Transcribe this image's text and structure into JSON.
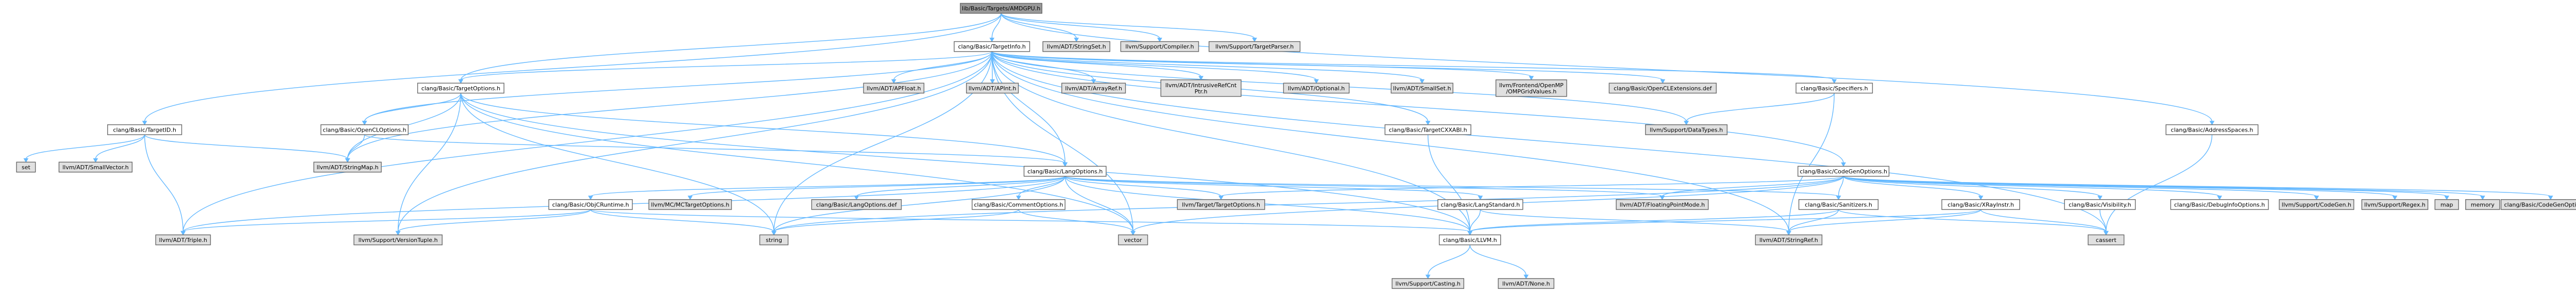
{
  "colors": {
    "root_fill": "#999999",
    "internal_fill": "#ffffff",
    "external_fill": "#e0e0e0",
    "incomplete_border": "#ff0000",
    "normal_border": "#666666",
    "edge": "#63b8ff"
  },
  "nodes": [
    {
      "id": "root",
      "label": "lib/Basic/Targets/AMDGPU.h",
      "kind": "root"
    },
    {
      "id": "targetinfo",
      "label": "clang/Basic/TargetInfo.h",
      "kind": "internal"
    },
    {
      "id": "stringset",
      "label": "llvm/ADT/StringSet.h",
      "kind": "external"
    },
    {
      "id": "compiler",
      "label": "llvm/Support/Compiler.h",
      "kind": "external"
    },
    {
      "id": "targetparser",
      "label": "llvm/Support/TargetParser.h",
      "kind": "external"
    },
    {
      "id": "targetid",
      "label": "clang/Basic/TargetID.h",
      "kind": "internal"
    },
    {
      "id": "targetoptions",
      "label": "clang/Basic/TargetOptions.h",
      "kind": "internal"
    },
    {
      "id": "apsint",
      "label": "llvm/ADT/APFloat.h",
      "kind": "external"
    },
    {
      "id": "apint",
      "label": "llvm/ADT/APInt.h",
      "kind": "external"
    },
    {
      "id": "arrayref",
      "label": "llvm/ADT/ArrayRef.h",
      "kind": "external"
    },
    {
      "id": "intrusive",
      "label": "llvm/ADT/IntrusiveRefCnt\nPtr.h",
      "kind": "external"
    },
    {
      "id": "optional",
      "label": "llvm/ADT/Optional.h",
      "kind": "external"
    },
    {
      "id": "smallset",
      "label": "llvm/ADT/SmallSet.h",
      "kind": "external"
    },
    {
      "id": "openmp",
      "label": "llvm/Frontend/OpenMP\n/OMPGridValues.h",
      "kind": "external"
    },
    {
      "id": "openclext",
      "label": "clang/Basic/OpenCLExtensions.def",
      "kind": "external"
    },
    {
      "id": "specifiers",
      "label": "clang/Basic/Specifiers.h",
      "kind": "incomplete"
    },
    {
      "id": "addressspaces",
      "label": "clang/Basic/AddressSpaces.h",
      "kind": "internal"
    },
    {
      "id": "opencloptions",
      "label": "clang/Basic/OpenCLOptions.h",
      "kind": "internal"
    },
    {
      "id": "targetcxxabi",
      "label": "clang/Basic/TargetCXXABI.h",
      "kind": "incomplete"
    },
    {
      "id": "datatypes",
      "label": "llvm/Support/DataTypes.h",
      "kind": "external"
    },
    {
      "id": "set",
      "label": "set",
      "kind": "external"
    },
    {
      "id": "smallvector",
      "label": "llvm/ADT/SmallVector.h",
      "kind": "external"
    },
    {
      "id": "stringmap",
      "label": "llvm/ADT/StringMap.h",
      "kind": "external"
    },
    {
      "id": "langoptions",
      "label": "clang/Basic/LangOptions.h",
      "kind": "incomplete"
    },
    {
      "id": "codegenoptions",
      "label": "clang/Basic/CodeGenOptions.h",
      "kind": "internal"
    },
    {
      "id": "objcruntime",
      "label": "clang/Basic/ObjCRuntime.h",
      "kind": "incomplete"
    },
    {
      "id": "mctarget",
      "label": "llvm/MC/MCTargetOptions.h",
      "kind": "external"
    },
    {
      "id": "langopts",
      "label": "clang/Basic/LangOptions.def",
      "kind": "external"
    },
    {
      "id": "commentoptions",
      "label": "clang/Basic/CommentOptions.h",
      "kind": "internal"
    },
    {
      "id": "targettarget",
      "label": "llvm/Target/TargetOptions.h",
      "kind": "external"
    },
    {
      "id": "langstandard",
      "label": "clang/Basic/LangStandard.h",
      "kind": "incomplete"
    },
    {
      "id": "floatmode",
      "label": "llvm/ADT/FloatingPointMode.h",
      "kind": "external"
    },
    {
      "id": "sanitizers",
      "label": "clang/Basic/Sanitizers.h",
      "kind": "incomplete"
    },
    {
      "id": "xray",
      "label": "clang/Basic/XRayInstr.h",
      "kind": "incomplete"
    },
    {
      "id": "visibility",
      "label": "clang/Basic/Visibility.h",
      "kind": "incomplete"
    },
    {
      "id": "debuginfo",
      "label": "clang/Basic/DebugInfoOptions.h",
      "kind": "internal"
    },
    {
      "id": "codegen",
      "label": "llvm/Support/CodeGen.h",
      "kind": "external"
    },
    {
      "id": "regex",
      "label": "llvm/Support/Regex.h",
      "kind": "external"
    },
    {
      "id": "map",
      "label": "map",
      "kind": "external"
    },
    {
      "id": "memory",
      "label": "memory",
      "kind": "external"
    },
    {
      "id": "codegendef",
      "label": "clang/Basic/CodeGenOptions.def",
      "kind": "external"
    },
    {
      "id": "triple",
      "label": "llvm/ADT/Triple.h",
      "kind": "external"
    },
    {
      "id": "versiontuple",
      "label": "llvm/Support/VersionTuple.h",
      "kind": "external"
    },
    {
      "id": "string",
      "label": "string",
      "kind": "external"
    },
    {
      "id": "vector",
      "label": "vector",
      "kind": "external"
    },
    {
      "id": "llvmh",
      "label": "clang/Basic/LLVM.h",
      "kind": "internal"
    },
    {
      "id": "stringref",
      "label": "llvm/ADT/StringRef.h",
      "kind": "external"
    },
    {
      "id": "cassert",
      "label": "cassert",
      "kind": "external"
    },
    {
      "id": "casting",
      "label": "llvm/Support/Casting.h",
      "kind": "external"
    },
    {
      "id": "none",
      "label": "llvm/ADT/None.h",
      "kind": "external"
    }
  ]
}
